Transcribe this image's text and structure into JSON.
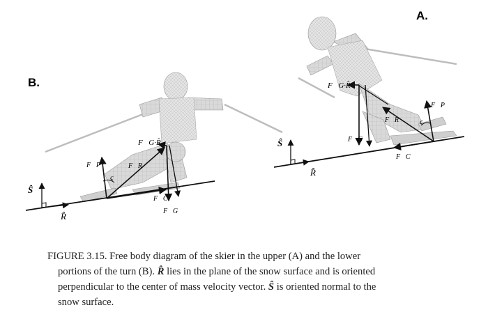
{
  "panel_a": {
    "label": "A.",
    "vec_fg_r": "F⃗G·R̂",
    "vec_fg": "F⃗G",
    "vec_fr": "F⃗R",
    "vec_fp": "F⃗P",
    "vec_fc": "F⃗C",
    "zeta": "ς",
    "axis_s": "Ŝ",
    "axis_r": "R̂"
  },
  "panel_b": {
    "label": "B.",
    "vec_fg_r": "F⃗G·R̂",
    "vec_fg": "F⃗G",
    "vec_fr": "F⃗R",
    "vec_fp": "F⃗P",
    "vec_fc": "F⃗C",
    "zeta": "ς",
    "axis_s": "Ŝ",
    "axis_r": "R̂"
  },
  "caption": {
    "line1": "FIGURE 3.15. Free body diagram of the skier in the upper (A) and the lower",
    "line2a": "portions of the turn (B).",
    "r_hat": "R̂",
    "line2b": "lies in the plane of the snow surface and is oriented",
    "line3a": "perpendicular to the center of mass velocity vector.",
    "s_hat": "Ŝ",
    "line3b": "is oriented normal to the",
    "line4": "snow surface."
  }
}
